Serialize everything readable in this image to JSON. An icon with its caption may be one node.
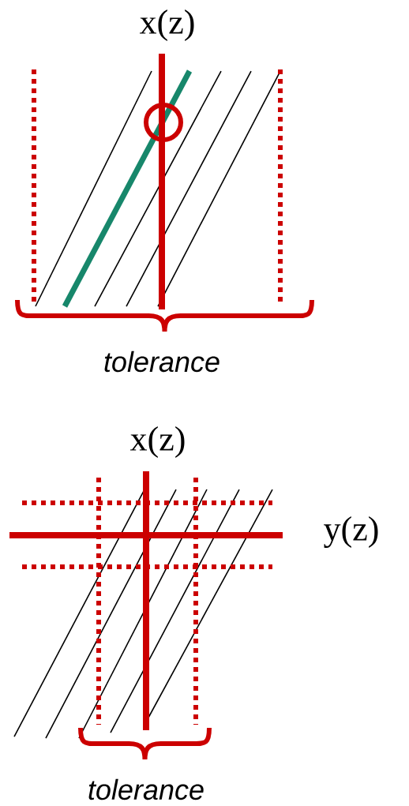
{
  "diagram": {
    "labels": [
      "x(z)",
      "tolerance",
      "x(z)",
      "y(z)",
      "tolerance"
    ]
  }
}
